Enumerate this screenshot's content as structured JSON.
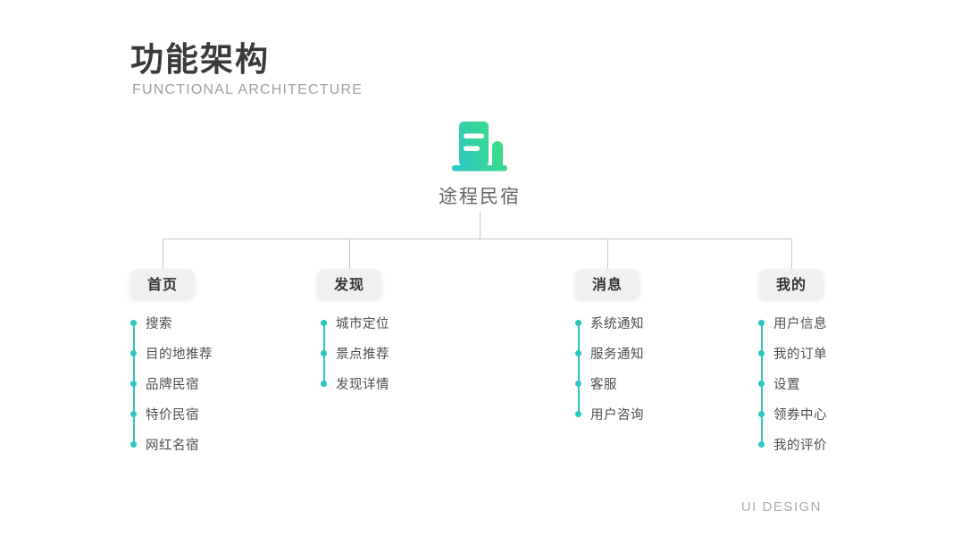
{
  "page": {
    "title": "功能架构",
    "subtitle": "FUNCTIONAL ARCHITECTURE",
    "footer": "UI DESIGN"
  },
  "root": {
    "app_name": "途程民宿",
    "icon": "homestay-building-icon"
  },
  "colors": {
    "accent_teal": "#29c7be",
    "icon_gradient_start": "#2AC7C3",
    "icon_gradient_end": "#3FE17A",
    "connector_gray": "#c7c7c7",
    "branch_box_bg": "#f0f0f0",
    "title_text": "#3a3a3a",
    "subtitle_text": "#9f9f9f",
    "item_text": "#4d4d4d"
  },
  "branches": [
    {
      "label": "首页",
      "items": [
        "搜索",
        "目的地推荐",
        "品牌民宿",
        "特价民宿",
        "网红名宿"
      ]
    },
    {
      "label": "发现",
      "items": [
        "城市定位",
        "景点推荐",
        "发现详情"
      ]
    },
    {
      "label": "消息",
      "items": [
        "系统通知",
        "服务通知",
        "客服",
        "用户咨询"
      ]
    },
    {
      "label": "我的",
      "items": [
        "用户信息",
        "我的订单",
        "设置",
        "领券中心",
        "我的评价"
      ]
    }
  ]
}
